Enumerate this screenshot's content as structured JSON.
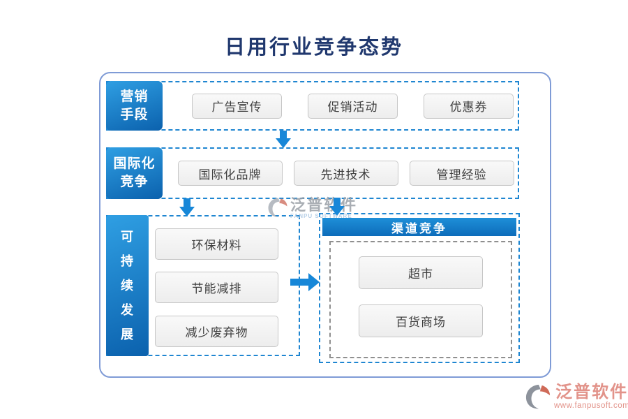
{
  "title": "日用行业竞争态势",
  "diagram": {
    "rows": [
      {
        "label": "营销手段",
        "label_lines": [
          "营销",
          "手段"
        ],
        "items": [
          "广告宣传",
          "促销活动",
          "优惠券"
        ]
      },
      {
        "label": "国际化竞争",
        "label_lines": [
          "国际化",
          "竞争"
        ],
        "items": [
          "国际化品牌",
          "先进技术",
          "管理经验"
        ]
      },
      {
        "label": "可持续发展",
        "label_lines": [
          "可",
          "持",
          "续",
          "发",
          "展"
        ],
        "items": [
          "环保材料",
          "节能减排",
          "减少废弃物"
        ]
      }
    ],
    "panel": {
      "title": "渠道竞争",
      "items": [
        "超市",
        "百货商场"
      ]
    }
  },
  "watermark": {
    "brand": "泛普软件",
    "brand_en": "FANPU SOFTWARE"
  },
  "footer": {
    "brand": "泛普软件",
    "url": "www.fanpusoft.com"
  },
  "colors": {
    "primary_blue": "#1180cf",
    "dashed_blue": "#1f86d1",
    "dashed_gray": "#8f8f8f",
    "node_bg": "#f3f3f3",
    "node_border": "#c6c6c6",
    "frame_border": "#7f9bd6",
    "title_navy": "#20386e",
    "brand_salmon": "#e2938a"
  }
}
